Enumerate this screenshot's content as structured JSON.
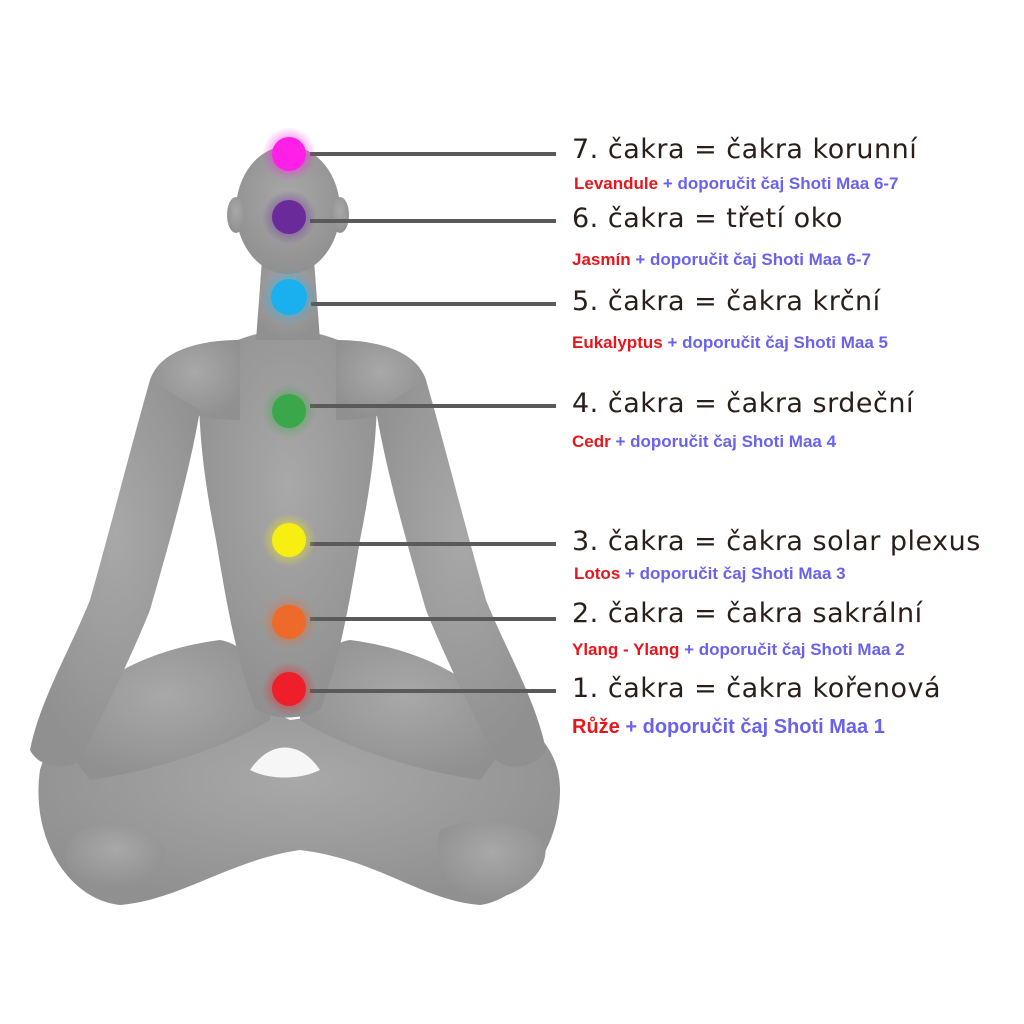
{
  "colors": {
    "figure": "#9c9c9c",
    "connector": "#5a5a5a",
    "title_text": "#2a1e1a",
    "oil_text": "#e8161c",
    "recommendation_text": "#6a62ec"
  },
  "chakras": [
    {
      "number": 7,
      "title": "7. čakra = čakra korunní",
      "oil": "Levandule",
      "recommendation": "+ doporučit čaj Shoti Maa 6-7",
      "color": "#ff1fe6"
    },
    {
      "number": 6,
      "title": "6. čakra = třetí oko",
      "oil": "Jasmín",
      "recommendation": "+ doporučit čaj Shoti Maa 6-7",
      "color": "#6a2a9a"
    },
    {
      "number": 5,
      "title": "5. čakra = čakra krční",
      "oil": "Eukalyptus",
      "recommendation": "+ doporučit čaj Shoti Maa 5",
      "color": "#1ab0ef"
    },
    {
      "number": 4,
      "title": "4. čakra = čakra srdeční",
      "oil": "Cedr",
      "recommendation": "+ doporučit čaj Shoti Maa 4",
      "color": "#3aa84a"
    },
    {
      "number": 3,
      "title": "3. čakra = čakra solar plexus",
      "oil": "Lotos",
      "recommendation": "+ doporučit čaj Shoti Maa 3",
      "color": "#f7ef12"
    },
    {
      "number": 2,
      "title": "2. čakra = čakra sakrální",
      "oil": "Ylang - Ylang",
      "recommendation": "+ doporučit čaj Shoti Maa 2",
      "color": "#ee6a2a"
    },
    {
      "number": 1,
      "title": "1. čakra = čakra kořenová",
      "oil": "Růže",
      "recommendation": "+ doporučit čaj Shoti Maa 1",
      "color": "#ef1f2a"
    }
  ]
}
